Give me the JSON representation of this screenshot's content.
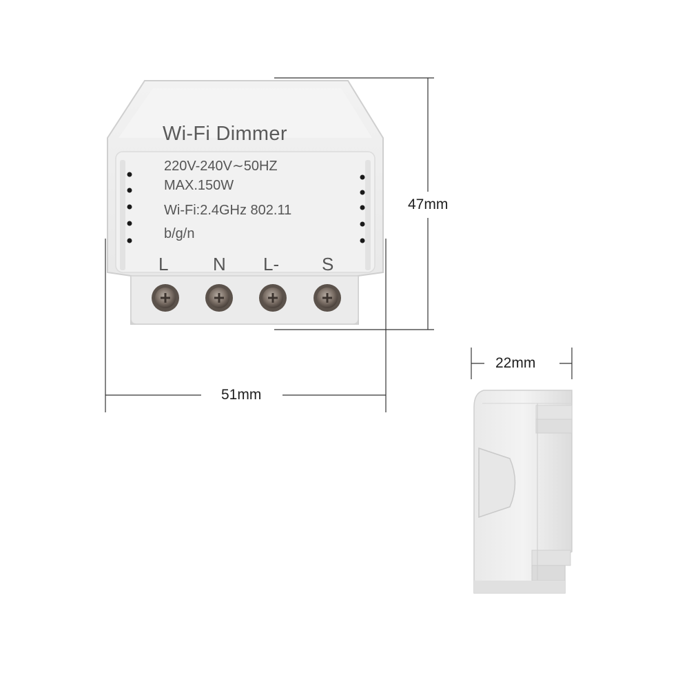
{
  "product": {
    "title": "Wi-Fi  Dimmer",
    "specs": [
      "220V-240V∼50HZ",
      "MAX.150W",
      "Wi-Fi:2.4GHz 802.11",
      "b/g/n"
    ],
    "terminals": [
      "L",
      "N",
      "L-",
      "S"
    ]
  },
  "dimensions": {
    "height": "47mm",
    "width": "51mm",
    "depth": "22mm"
  },
  "colors": {
    "body": "#ececec",
    "body_shadow": "#d6d6d6",
    "screw": "#7a6f66",
    "text": "#555555",
    "dimension_line": "#333333"
  }
}
